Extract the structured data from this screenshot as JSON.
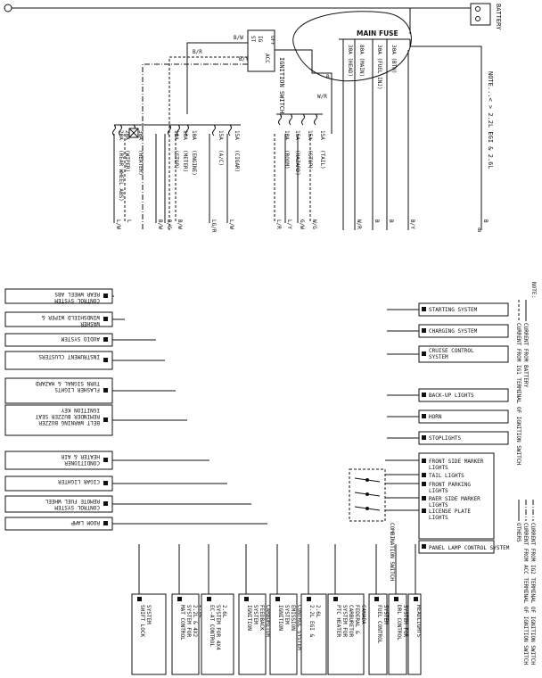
{
  "battery": {
    "label": "BATTERY"
  },
  "main_fuse": {
    "label": "MAIN FUSE",
    "fuses": [
      "30A (HEAD)",
      "80A (MAIN)",
      "30A (FUEL INJ)",
      "30A (BTN)"
    ]
  },
  "ignition_switch": {
    "label": "IGNITION SWITCH",
    "positions": [
      "ST",
      "IG",
      "ACC",
      "OFF"
    ]
  },
  "note_top": "NOTE...< > 2.2L EGI & 2.6L",
  "fuses_left": [
    {
      "amp": "30A",
      "name": "(HEATER)"
    },
    {
      "amp": "20A",
      "name": "(WIPER)"
    },
    {
      "amp": "20A",
      "name": "(REAR WHEEL ABS)"
    },
    {
      "amp": "10A",
      "name": "(STOP)"
    },
    {
      "amp": "10A",
      "name": "(METER)"
    },
    {
      "amp": "10A",
      "name": "(ENGINE)"
    },
    {
      "amp": "15A",
      "name": "(A/C)"
    },
    {
      "amp": "15A",
      "name": "(CIGAR)"
    }
  ],
  "fuses_right": [
    {
      "amp": "10A",
      "name": "(ROOM)"
    },
    {
      "amp": "15A",
      "name": "(HAZARD)"
    },
    {
      "amp": "15A",
      "name": "(STOP)"
    },
    {
      "amp": "15A",
      "name": "(TAIL)"
    }
  ],
  "wire_colors_top": [
    "B/W",
    "B/R",
    "B/Y",
    "W/R",
    "B",
    "B"
  ],
  "wire_colors_mid": [
    "L/W",
    "L",
    "B/W",
    "B/G",
    "B/W",
    "LG/R",
    "L/W",
    "L/R",
    "L/Y",
    "G/W",
    "W/G",
    "W/R",
    "B",
    "B",
    "B/Y",
    "B"
  ],
  "left_systems": [
    "REAR WHEEL ABS CONTROL SYSTEM",
    "WINDSHIELD WIPER & WASHER",
    "AUDIO SYSTEM",
    "INSTRUMENT CLUSTERS",
    "TURN SIGNAL & HAZARD FLASHER LIGHTS",
    "IGNITION KEY REMINDER BUZZER SEAT BELT WARNING BUZZER",
    "HEATER & AIR CONDITIONER",
    "CIGAR LIGHTER",
    "REMOTE FUEL WHEEL CONTROL SYSTEM",
    "ROOM LAMP"
  ],
  "right_systems": [
    "STARTING SYSTEM",
    "CHARGING SYSTEM",
    "CRUISE CONTROL SYSTEM",
    "BACK-UP LIGHTS",
    "HORN",
    "STOPLIGHTS"
  ],
  "right_lights": [
    "FRONT SIDE MARKER LIGHTS",
    "TAIL LIGHTS",
    "FRONT PARKING LIGHTS",
    "RAER SIDE MARKER LIGHTS",
    "LICENSE PLATE LIGHTS"
  ],
  "panel_lamp": "PANEL LAMP CONTROL SYSTEM",
  "combination_switch": "COMBINATION SWITCH",
  "bottom_systems": [
    "SHIFT LOCK SYSTEM",
    "MAT CONTROL SYSTEM FOR 2.2L & 4X2 2.6L",
    "EC-AT CONTROL SYSTEM FOR 4X4 2.6L",
    "IGNITION SYSTEM FEEDBACK CARBURETOR CONTROL SYSTEM",
    "IGNITION SYSTEM EMISSION CONTROL SYSTEM",
    "2.2L EGI & 2.6L",
    "PTC HEATER SYSTEM FOR CARBURETOR FEDERAL & CANADA",
    "FUEL CONTROL SYSTEM",
    "DRL CONTROL SYSTEM FOR CANADA",
    "HEADLIGHTS"
  ],
  "legend": {
    "title": "NOTE:",
    "items": [
      "CURRENT FROM BATTERY",
      "CURRENT FROM IG1 TERMINAL OF IGNITION SWITCH",
      "CURRENT FROM IG2 TERMINAL OF IGNITION SWITCH",
      "CURRENT FROM ACC TERMINAL OF IGNITION SWITCH",
      "OTHERS"
    ]
  }
}
